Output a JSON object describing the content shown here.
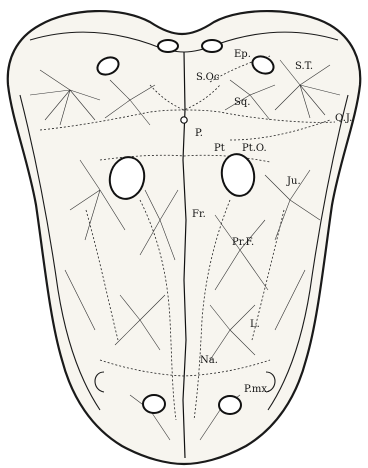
{
  "figure": {
    "labels": {
      "s_oc": "S.Oc",
      "ep": "Ep.",
      "s_t": "S.T.",
      "sq": "Sq.",
      "p": "P.",
      "pt": "Pt",
      "pt_o": "Pt.O.",
      "q_j": "Q.J.",
      "ju": "Ju.",
      "fr": "Fr.",
      "pr_f": "Pr.F.",
      "l": "L.",
      "na": "Na.",
      "p_mx": "P.mx."
    }
  }
}
